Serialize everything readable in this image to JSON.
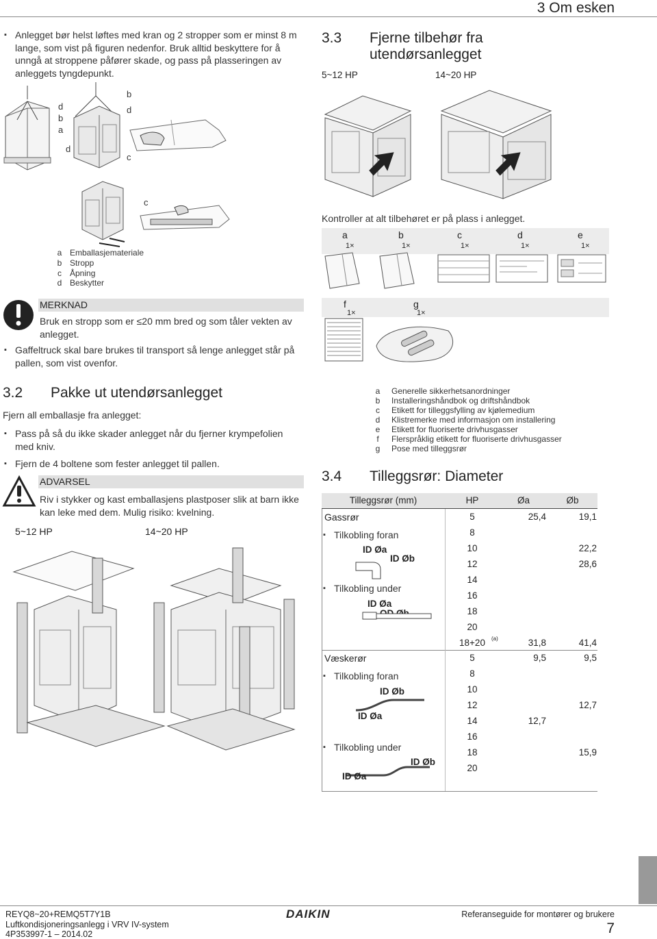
{
  "chapter": "3 Om esken",
  "left": {
    "intro_bullet": "Anlegget bør helst løftes med kran og 2 stropper som er minst 8 m lange, som vist på figuren nedenfor. Bruk alltid beskyttere for å unngå at stroppene påfører skade, og pass på plasseringen av anleggets tyngdepunkt.",
    "fig1_labels": {
      "d1": "d",
      "b1": "b",
      "a1": "a",
      "b2": "b",
      "d2": "d",
      "d3": "d",
      "c1": "c",
      "c2": "c"
    },
    "legend": [
      {
        "key": "a",
        "text": "Emballasjemateriale"
      },
      {
        "key": "b",
        "text": "Stropp"
      },
      {
        "key": "c",
        "text": "Åpning"
      },
      {
        "key": "d",
        "text": "Beskytter"
      }
    ],
    "note_title": "MERKNAD",
    "note_text": "Bruk en stropp som er ≤20 mm bred og som tåler vekten av anlegget.",
    "forklift_bullet": "Gaffeltruck skal bare brukes til transport så lenge anlegget står på pallen, som vist ovenfor.",
    "section_32": {
      "num": "3.2",
      "title": "Pakke ut utendørsanlegget"
    },
    "unpack_intro": "Fjern all emballasje fra anlegget:",
    "unpack_bullets": [
      "Pass på så du ikke skader anlegget når du fjerner krympefolien med kniv.",
      "Fjern de 4 boltene som fester anlegget til pallen."
    ],
    "warning_title": "ADVARSEL",
    "warning_text": "Riv i stykker og kast emballasjens plastposer slik at barn ikke kan leke med dem. Mulig risiko: kvelning.",
    "fig_labels": [
      "5~12 HP",
      "14~20 HP"
    ]
  },
  "right": {
    "section_33": {
      "num": "3.3",
      "title_line1": "Fjerne tilbehør fra",
      "title_line2": "utendørsanlegget"
    },
    "fig_labels": [
      "5~12 HP",
      "14~20 HP"
    ],
    "check_text": "Kontroller at alt tilbehøret er på plass i anlegget.",
    "accessories": [
      {
        "key": "a",
        "qty": "1×"
      },
      {
        "key": "b",
        "qty": "1×"
      },
      {
        "key": "c",
        "qty": "1×"
      },
      {
        "key": "d",
        "qty": "1×"
      },
      {
        "key": "e",
        "qty": "1×"
      },
      {
        "key": "f",
        "qty": "1×"
      },
      {
        "key": "g",
        "qty": "1×"
      }
    ],
    "acc_legend": [
      {
        "key": "a",
        "text": "Generelle sikkerhetsanordninger"
      },
      {
        "key": "b",
        "text": "Installeringshåndbok og driftshåndbok"
      },
      {
        "key": "c",
        "text": "Etikett for tilleggsfylling av kjølemedium"
      },
      {
        "key": "d",
        "text": "Klistremerke med informasjon om installering"
      },
      {
        "key": "e",
        "text": "Etikett for fluoriserte drivhusgasser"
      },
      {
        "key": "f",
        "text": "Flerspråklig etikett for fluoriserte drivhusgasser"
      },
      {
        "key": "g",
        "text": "Pose med tilleggsrør"
      }
    ],
    "section_34": {
      "num": "3.4",
      "title": "Tilleggsrør: Diameter"
    },
    "table": {
      "headers": [
        "Tilleggsrør (mm)",
        "HP",
        "Øa",
        "Øb"
      ],
      "gas_label": "Gassrør",
      "liquid_label": "Væskerør",
      "conn_front": "Tilkobling foran",
      "conn_under": "Tilkobling under",
      "pipe_labels": {
        "ida": "ID Øa",
        "idb": "ID Øb",
        "odb": "OD Øb"
      },
      "gas_rows": [
        {
          "hp": "5",
          "a": "25,4",
          "b": "19,1"
        },
        {
          "hp": "8",
          "a": "",
          "b": ""
        },
        {
          "hp": "10",
          "a": "",
          "b": "22,2"
        },
        {
          "hp": "12",
          "a": "",
          "b": "28,6"
        },
        {
          "hp": "14",
          "a": "",
          "b": ""
        },
        {
          "hp": "16",
          "a": "",
          "b": ""
        },
        {
          "hp": "18",
          "a": "",
          "b": ""
        },
        {
          "hp": "20",
          "a": "",
          "b": ""
        },
        {
          "hp": "18+20",
          "sup": "(a)",
          "a": "31,8",
          "b": "41,4"
        }
      ],
      "liquid_rows": [
        {
          "hp": "5",
          "a": "9,5",
          "b": "9,5"
        },
        {
          "hp": "8",
          "a": "",
          "b": ""
        },
        {
          "hp": "10",
          "a": "",
          "b": ""
        },
        {
          "hp": "12",
          "a": "",
          "b": "12,7"
        },
        {
          "hp": "14",
          "a": "12,7",
          "b": ""
        },
        {
          "hp": "16",
          "a": "",
          "b": ""
        },
        {
          "hp": "18",
          "a": "",
          "b": "15,9"
        },
        {
          "hp": "20",
          "a": "",
          "b": ""
        }
      ]
    }
  },
  "footer": {
    "model": "REYQ8~20+REMQ5T7Y1B",
    "system": "Luftkondisjoneringsanlegg i VRV IV-system",
    "doc": "4P353997-1 – 2014.02",
    "brand": "DAIKIN",
    "guide": "Referanseguide for montører og brukere",
    "page": "7"
  }
}
